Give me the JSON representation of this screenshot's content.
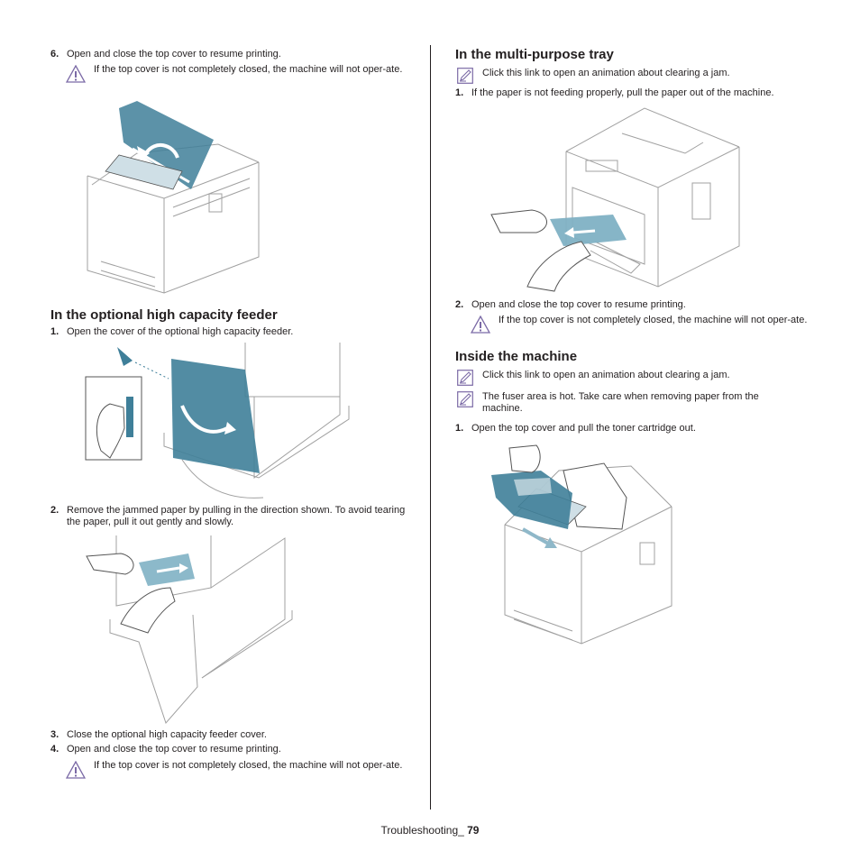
{
  "left": {
    "step6": {
      "num": "6.",
      "text": "Open and close the top cover to resume printing."
    },
    "warning1": "If the top cover is not completely closed, the machine will not oper-ate.",
    "hcf_heading": "In the optional high capacity feeder",
    "hcf_step1": {
      "num": "1.",
      "text": "Open the cover of the optional high capacity feeder."
    },
    "hcf_step2": {
      "num": "2.",
      "text": "Remove the jammed paper by pulling in the direction shown. To avoid tearing the paper, pull it out gently and slowly."
    },
    "hcf_step3": {
      "num": "3.",
      "text": "Close the optional high capacity feeder cover."
    },
    "hcf_step4": {
      "num": "4.",
      "text": "Open and close the top cover to resume printing."
    },
    "warning2": "If the top cover is not completely closed, the machine will not oper-ate."
  },
  "right": {
    "mp_heading": "In the multi-purpose tray",
    "mp_note": "Click this link to open an animation about clearing a jam.",
    "mp_step1": {
      "num": "1.",
      "text": "If the paper is not feeding properly, pull the paper out of the machine."
    },
    "mp_step2": {
      "num": "2.",
      "text": "Open and close the top cover to resume printing."
    },
    "warning3": "If the top cover is not completely closed, the machine will not oper-ate.",
    "inside_heading": "Inside the machine",
    "inside_note1": "Click this link to open an animation about clearing a jam.",
    "inside_note2": "The fuser area is hot. Take care when removing paper from the machine.",
    "inside_step1": {
      "num": "1.",
      "text": "Open the top cover and pull the toner cartridge out."
    }
  },
  "footer": {
    "section": "Troubleshooting_ ",
    "page": "79"
  },
  "icons": {
    "warning": "warning-triangle-icon",
    "note": "note-pencil-icon"
  },
  "colors": {
    "text": "#231f20",
    "accent": "#3f7f99",
    "line": "#9a9a9a"
  }
}
